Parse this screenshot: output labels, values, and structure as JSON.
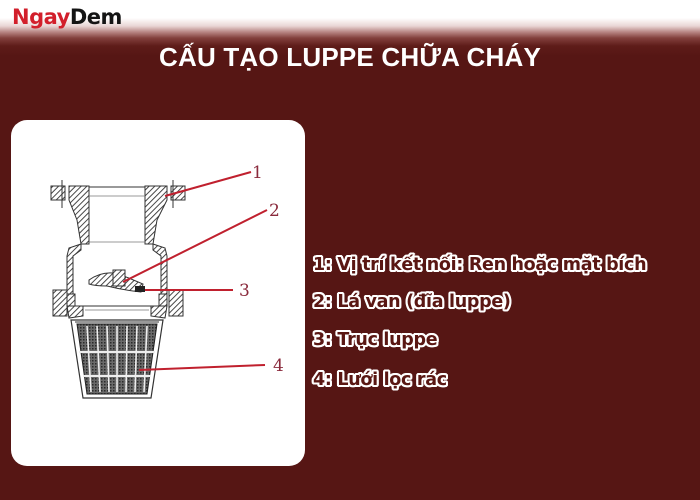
{
  "brand": {
    "logo_part1": "Ngay",
    "logo_part2": "Dem",
    "logo_part1_color": "#d21f2b",
    "logo_part2_color": "#141414"
  },
  "header": {
    "title": "CẤU TẠO LUPPE CHỮA CHÁY"
  },
  "colors": {
    "background": "#561614",
    "title_text": "#ffffff",
    "legend_fill": "#5a1713",
    "legend_outline": "#ffffff",
    "leader_line": "#c0202e",
    "diagram_label": "#8a2a3c"
  },
  "diagram": {
    "description": "Cross-section drawing of a fire-fighting foot valve (luppe)",
    "labels": [
      "1",
      "2",
      "3",
      "4"
    ]
  },
  "legend": {
    "items": [
      {
        "label": "1: Vị trí kết nối: Ren hoặc mặt bích"
      },
      {
        "label": "2: Lá van (đĩa luppe)"
      },
      {
        "label": "3: Trục luppe"
      },
      {
        "label": "4: Lưới lọc rác"
      }
    ]
  }
}
